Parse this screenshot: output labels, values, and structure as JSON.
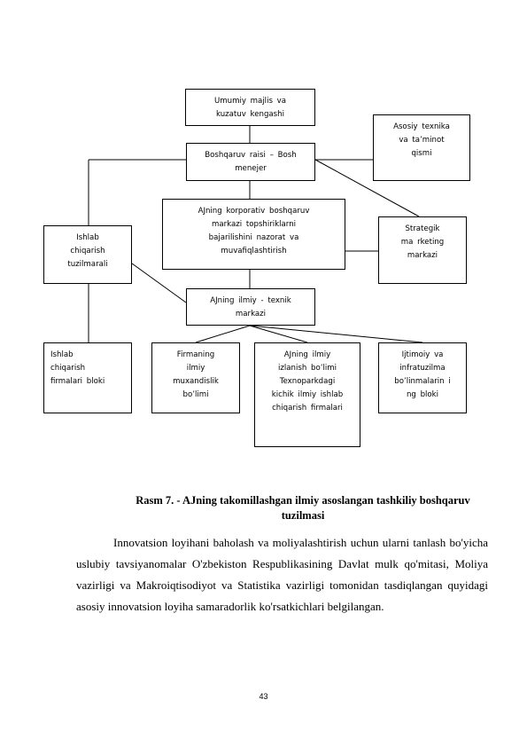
{
  "diagram": {
    "nodes": {
      "assembly": [
        "Umumiy      majlis    va",
        "kuzatuv     kengashi"
      ],
      "chairman": [
        "Boshqaruv      raisi   –  Bosh",
        "menejer"
      ],
      "tech_base": [
        "Asosiy      texnika",
        "va  ta’minot",
        "qismi"
      ],
      "corporate_center": [
        "AJning     korporativ     boshqaruv",
        "markazi     topshiriklarni",
        "bajarilishini       nazorat    va",
        "muvafiqlashtirish"
      ],
      "strategic_marketing": [
        "Strategik",
        "ma rketing",
        "markazi"
      ],
      "production_units": [
        "Ishlab",
        "chiqarish",
        "tuzilmarali"
      ],
      "scitech_center": [
        "AJning      ilmiy   - texnik",
        "markazi"
      ],
      "production_firms": [
        "Ishlab",
        "chiqarish",
        "firmalari     bloki"
      ],
      "firm_science": [
        "Firmaning",
        "ilmiy",
        "muxandislik",
        "bo’limi"
      ],
      "ajn_science": [
        "AJning      ilmiy",
        "izlanish      bo’limi",
        "Texnoparkdagi",
        "kichik     ilmiy    ishlab",
        "chiqarish      firmalari"
      ],
      "social_infra": [
        "Ijtimoiy      va",
        "infratuzilma",
        "bo’linmalarin      i",
        "ng  bloki"
      ]
    }
  },
  "caption": {
    "line1": "Rasm 7. - AJning takomillashgan ilmiy asoslangan tashkiliy boshqaruv",
    "line2": "tuzilmasi"
  },
  "paragraph": "Innovatsion loyihani baholash va moliyalashtirish uchun ularni tanlash bo'yicha uslubiy tavsiyanomalar O'zbekiston Respublikasining Davlat mulk qo'mitasi, Moliya vazirligi va Makroiqtisodiyot va Statistika vazirligi tomonidan tasdiqlangan quyidagi asosiy innovatsion loyiha samaradorlik ko'rsatkichlari belgilangan.",
  "page_number": "43"
}
